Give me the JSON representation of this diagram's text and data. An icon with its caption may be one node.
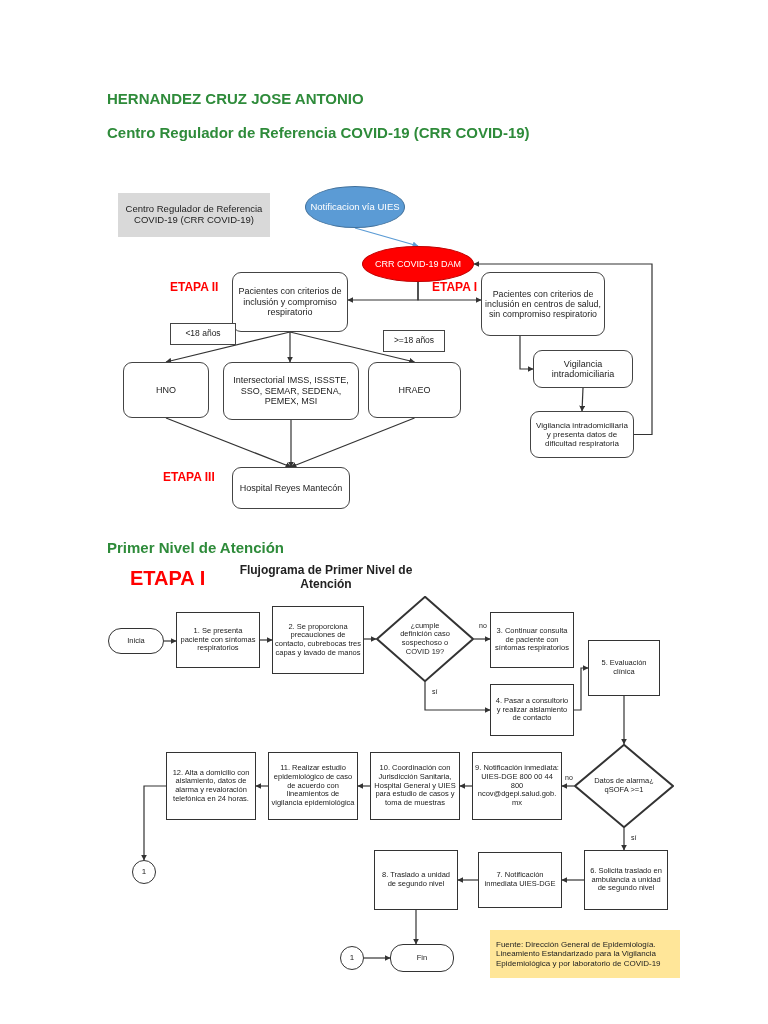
{
  "diagram": {
    "title": "HERNANDEZ CRUZ JOSE ANTONIO",
    "nodes": [
      {
        "text": [
          "Centro Regulador de Referencia COVID-19 (CRR COVID-19)"
        ]
      },
      {
        "text": [
          "Notificacion vía UIES"
        ]
      },
      {
        "text": [
          "CRR COVID-19 DAM"
        ]
      },
      {
        "text": [
          "Pacientes con criterios de inclusión y compromiso respiratorio"
        ]
      },
      {
        "text": [
          "Pacientes con criterios de inclusión en centros de salud, sin compromiso respiratorio"
        ]
      },
      {
        "text": [
          "<18 años"
        ]
      },
      {
        "text": [
          ">=18 años"
        ]
      },
      {
        "text": [
          "HNO"
        ]
      },
      {
        "text": [
          "Intersectorial IMSS, ISSSTE, SSO, SEMAR, SEDENA, PEMEX, MSI"
        ]
      },
      {
        "text": [
          "HRAEO"
        ]
      },
      {
        "text": [
          "Vigilancia intradomiciliaria"
        ]
      },
      {
        "text": [
          "Vigilancia intradomiciliaria y presenta datos de dificultad respiratoria"
        ]
      },
      {
        "text": [
          "Hospital Reyes Mantecón"
        ]
      },
      {
        "text": [
          "Inicia"
        ]
      },
      {
        "text": [
          "1. Se presenta paciente con síntomas respiratorios"
        ]
      },
      {
        "text": [
          "2. Se proporciona precauciones de contacto, cubrebocas tres capas y lavado de manos"
        ]
      },
      {
        "text": [
          "¿cumple definición caso sospechoso o COVID 19?"
        ]
      },
      {
        "text": [
          "3. Continuar consulta de paciente con síntomas respiratorios"
        ]
      },
      {
        "text": [
          "4. Pasar a consultorio y realizar aislamiento de contacto"
        ]
      },
      {
        "text": [
          "5. Evaluación clínica"
        ]
      },
      {
        "text": [
          "Datos de alarma¿ qSOFA >=1"
        ]
      },
      {
        "text": [
          "9. Notificación inmediata: UIES-DGE 800 00 44 800 ncov@dgepi.salud.gob.mx"
        ]
      },
      {
        "text": [
          "10. Coordinación con Jurisdicción Sanitaria, Hospital General y UIES para estudio de casos y toma de muestras"
        ]
      },
      {
        "text": [
          "11. Realizar estudio epidemiológico de caso de acuerdo con lineamientos de vigilancia epidemiológica"
        ]
      },
      {
        "text": [
          "12. Alta a domicilio con aislamiento, datos de alarma y revaloración telefónica en 24 horas."
        ]
      },
      {
        "text": [
          "1"
        ]
      },
      {
        "text": [
          "6. Solicita traslado en ambulancia a unidad de segundo nivel"
        ]
      },
      {
        "text": [
          "7. Notificación inmediata UIES-DGE"
        ]
      },
      {
        "text": [
          "8. Traslado a unidad de segundo nivel"
        ]
      },
      {
        "text": [
          "1"
        ]
      },
      {
        "text": [
          "Fin"
        ]
      },
      {
        "text": [
          "Fuente: Dirección General de Epidemiología. Lineamiento Estandarizado para la Vigilancia Epidemiológica y por laboratorio de COVID-19"
        ]
      }
    ],
    "edges": [
      {
        "from": 1,
        "to": 2,
        "arrow": "to",
        "color": "#5b9bd5"
      },
      {
        "from": 2,
        "to": 3,
        "arrow": "to"
      },
      {
        "from": 2,
        "to": 4,
        "arrow": "to"
      },
      {
        "from": 3,
        "to": 7,
        "arrow": "to"
      },
      {
        "from": 3,
        "to": 8,
        "arrow": "to"
      },
      {
        "from": 3,
        "to": 9,
        "arrow": "to"
      },
      {
        "from": 4,
        "to": 10,
        "arrow": "to"
      },
      {
        "from": 10,
        "to": 11,
        "arrow": "to"
      },
      {
        "from": 11,
        "to": 2,
        "arrow": "to"
      },
      {
        "from": 7,
        "to": 12,
        "arrow": "to"
      },
      {
        "from": 8,
        "to": 12,
        "arrow": "to"
      },
      {
        "from": 9,
        "to": 12,
        "arrow": "to"
      },
      {
        "from": 13,
        "to": 14,
        "arrow": "to"
      },
      {
        "from": 14,
        "to": 15,
        "arrow": "to"
      },
      {
        "from": 15,
        "to": 16,
        "arrow": "to"
      },
      {
        "from": 16,
        "to": 17,
        "arrow": "to",
        "label": "no"
      },
      {
        "from": 16,
        "to": 18,
        "arrow": "to",
        "label": "sí"
      },
      {
        "from": 18,
        "to": 19,
        "arrow": "to"
      },
      {
        "from": 19,
        "to": 20,
        "arrow": "to"
      },
      {
        "from": 20,
        "to": 21,
        "arrow": "to",
        "label": "no"
      },
      {
        "from": 21,
        "to": 22,
        "arrow": "to"
      },
      {
        "from": 22,
        "to": 23,
        "arrow": "to"
      },
      {
        "from": 23,
        "to": 24,
        "arrow": "to"
      },
      {
        "from": 24,
        "to": 25,
        "arrow": "to"
      },
      {
        "from": 20,
        "to": 26,
        "arrow": "to",
        "label": "sí"
      },
      {
        "from": 26,
        "to": 27,
        "arrow": "to"
      },
      {
        "from": 27,
        "to": 28,
        "arrow": "to"
      },
      {
        "from": 28,
        "to": 30,
        "arrow": "to"
      },
      {
        "from": 29,
        "to": 30,
        "arrow": "to"
      }
    ],
    "labels": [
      "Centro Regulador de Referencia COVID-19 (CRR COVID-19)",
      "ETAPA II",
      "ETAPA I",
      "ETAPA III",
      "Primer Nivel de Atención",
      "ETAPA I",
      "Flujograma de Primer Nivel de Atención"
    ]
  }
}
